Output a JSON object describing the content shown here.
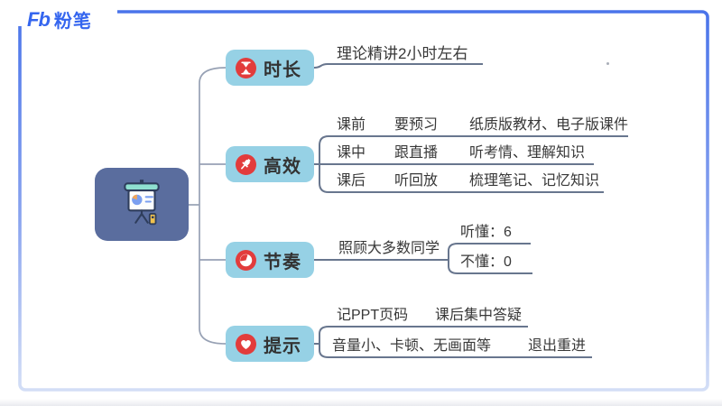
{
  "brand": {
    "logo_mark": "Fb",
    "logo_name": "粉笔"
  },
  "palette": {
    "frame_blue": "#4a74ea",
    "frame_fade": "#d3def6",
    "node_fill": "#96d1e5",
    "root_fill": "#5a6d9e",
    "badge_red": "#e23c3c",
    "branch_line": "#68768e",
    "spine_line": "#97a1b4",
    "logo_blue": "#3566ef",
    "text": "#383838"
  },
  "mindmap": {
    "root": {
      "icon": "presentation-easel-icon"
    },
    "branches": [
      {
        "label": "时长",
        "icon": "hourglass-icon",
        "note": "理论精讲2小时左右"
      },
      {
        "label": "高效",
        "icon": "pushpin-icon",
        "rows": [
          {
            "items": [
              "课前",
              "要预习",
              "纸质版教材、电子版课件"
            ]
          },
          {
            "items": [
              "课中",
              "跟直播",
              "听考情、理解知识"
            ]
          },
          {
            "items": [
              "课后",
              "听回放",
              "梳理笔记、记忆知识"
            ]
          }
        ]
      },
      {
        "label": "节奏",
        "icon": "clock-icon",
        "note": "照顾大多数同学",
        "answers": [
          "听懂：6",
          "不懂：0"
        ]
      },
      {
        "label": "提示",
        "icon": "heart-icon",
        "rows": [
          {
            "items": [
              "记PPT页码",
              "课后集中答疑"
            ]
          },
          {
            "items": [
              "音量小、卡顿、无画面等",
              "退出重进"
            ]
          }
        ]
      }
    ]
  }
}
